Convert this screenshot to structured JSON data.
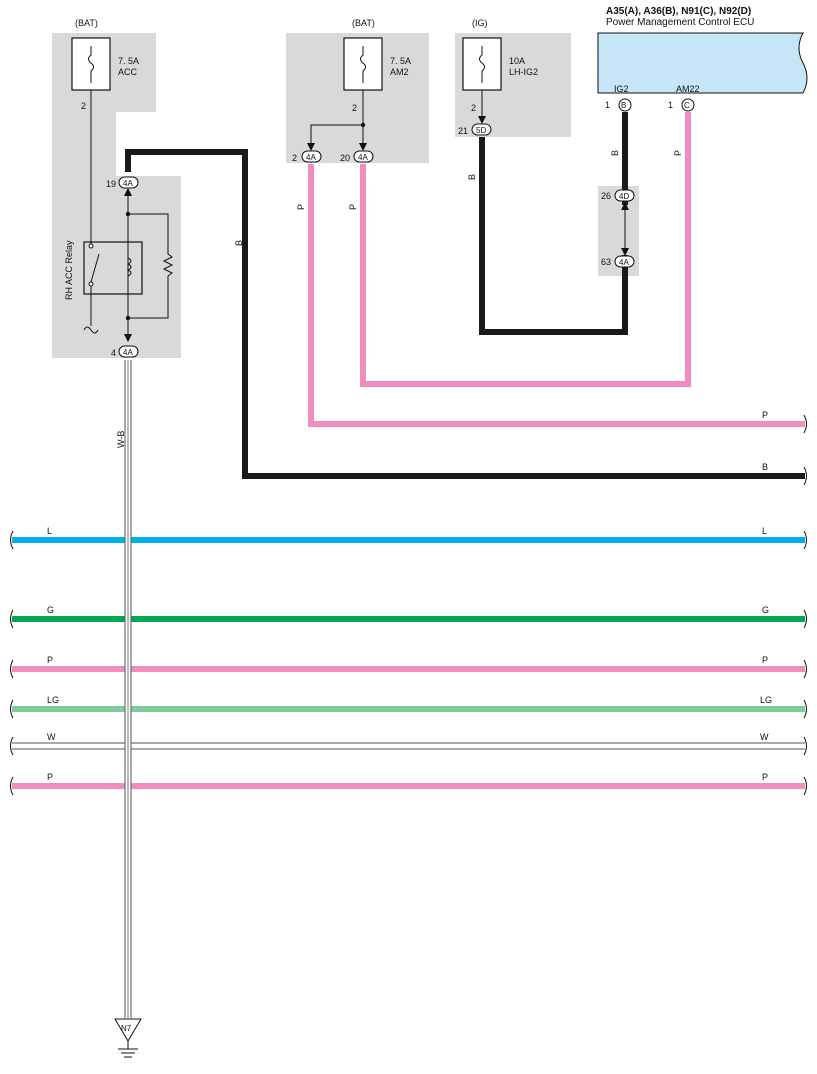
{
  "header": {
    "ecu_codes": "A35(A), A36(B), N91(C), N92(D)",
    "ecu_name": "Power Management Control ECU"
  },
  "fuses": {
    "acc": {
      "source": "(BAT)",
      "rating": "7. 5A",
      "name": "ACC",
      "pin": "2"
    },
    "am2": {
      "source": "(BAT)",
      "rating": "7. 5A",
      "name": "AM2",
      "pin": "2"
    },
    "lh_ig2": {
      "source": "(IG)",
      "rating": "10A",
      "name": "LH-IG2",
      "pin": "2"
    }
  },
  "relay": {
    "name": "RH ACC Relay"
  },
  "connectors": {
    "c19": {
      "pin": "19",
      "code": "4A"
    },
    "c4": {
      "pin": "4",
      "code": "4A"
    },
    "c2": {
      "pin": "2",
      "code": "4A"
    },
    "c20": {
      "pin": "20",
      "code": "4A"
    },
    "c21": {
      "pin": "21",
      "code": "5D"
    },
    "c26": {
      "pin": "26",
      "code": "4D"
    },
    "c63": {
      "pin": "63",
      "code": "4A"
    },
    "ig2": {
      "label": "IG2",
      "pin": "1",
      "code": "B"
    },
    "am22": {
      "label": "AM22",
      "pin": "1",
      "code": "C"
    }
  },
  "wire_labels": {
    "b_relay": "B",
    "wb_ground": "W-B",
    "p_am2_left": "P",
    "p_am2_right": "P",
    "b_ig": "B",
    "b_ecu": "B",
    "p_ecu": "P"
  },
  "buses": [
    {
      "id": "p-top",
      "left": "",
      "right": "P",
      "color": "#f08cbf"
    },
    {
      "id": "b-top",
      "left": "",
      "right": "B",
      "color": "#1a1a1a"
    },
    {
      "id": "l",
      "left": "L",
      "right": "L",
      "color": "#00aeef"
    },
    {
      "id": "g",
      "left": "G",
      "right": "G",
      "color": "#00a651"
    },
    {
      "id": "p-mid",
      "left": "P",
      "right": "P",
      "color": "#f08cbf"
    },
    {
      "id": "lg",
      "left": "LG",
      "right": "LG",
      "color": "#7ecb9a"
    },
    {
      "id": "w",
      "left": "W",
      "right": "W",
      "color": "#ffffff"
    },
    {
      "id": "p-low",
      "left": "P",
      "right": "P",
      "color": "#f08cbf"
    }
  ],
  "ground": {
    "label": "N7"
  },
  "colors": {
    "pink": "#f08cbf",
    "black": "#1a1a1a",
    "blue": "#00aeef",
    "green": "#00a651",
    "light_green": "#7ecb9a",
    "gray_box": "#d9d9d9",
    "ecu_fill": "#c5e6f7"
  }
}
